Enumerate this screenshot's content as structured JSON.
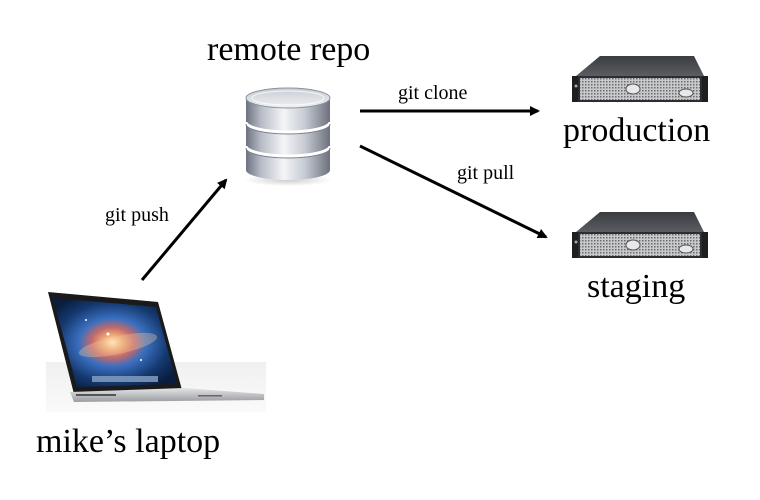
{
  "nodes": {
    "remote": {
      "label": "remote repo",
      "icon": "database-icon"
    },
    "production": {
      "label": "production",
      "icon": "server-icon"
    },
    "staging": {
      "label": "staging",
      "icon": "server-icon"
    },
    "laptop": {
      "label": "mike’s laptop",
      "icon": "laptop-icon"
    }
  },
  "edges": [
    {
      "from": "laptop",
      "to": "remote",
      "label": "git push"
    },
    {
      "from": "remote",
      "to": "production",
      "label": "git clone"
    },
    {
      "from": "remote",
      "to": "staging",
      "label": "git pull"
    }
  ],
  "colors": {
    "arrow": "#000000",
    "background": "#ffffff"
  }
}
